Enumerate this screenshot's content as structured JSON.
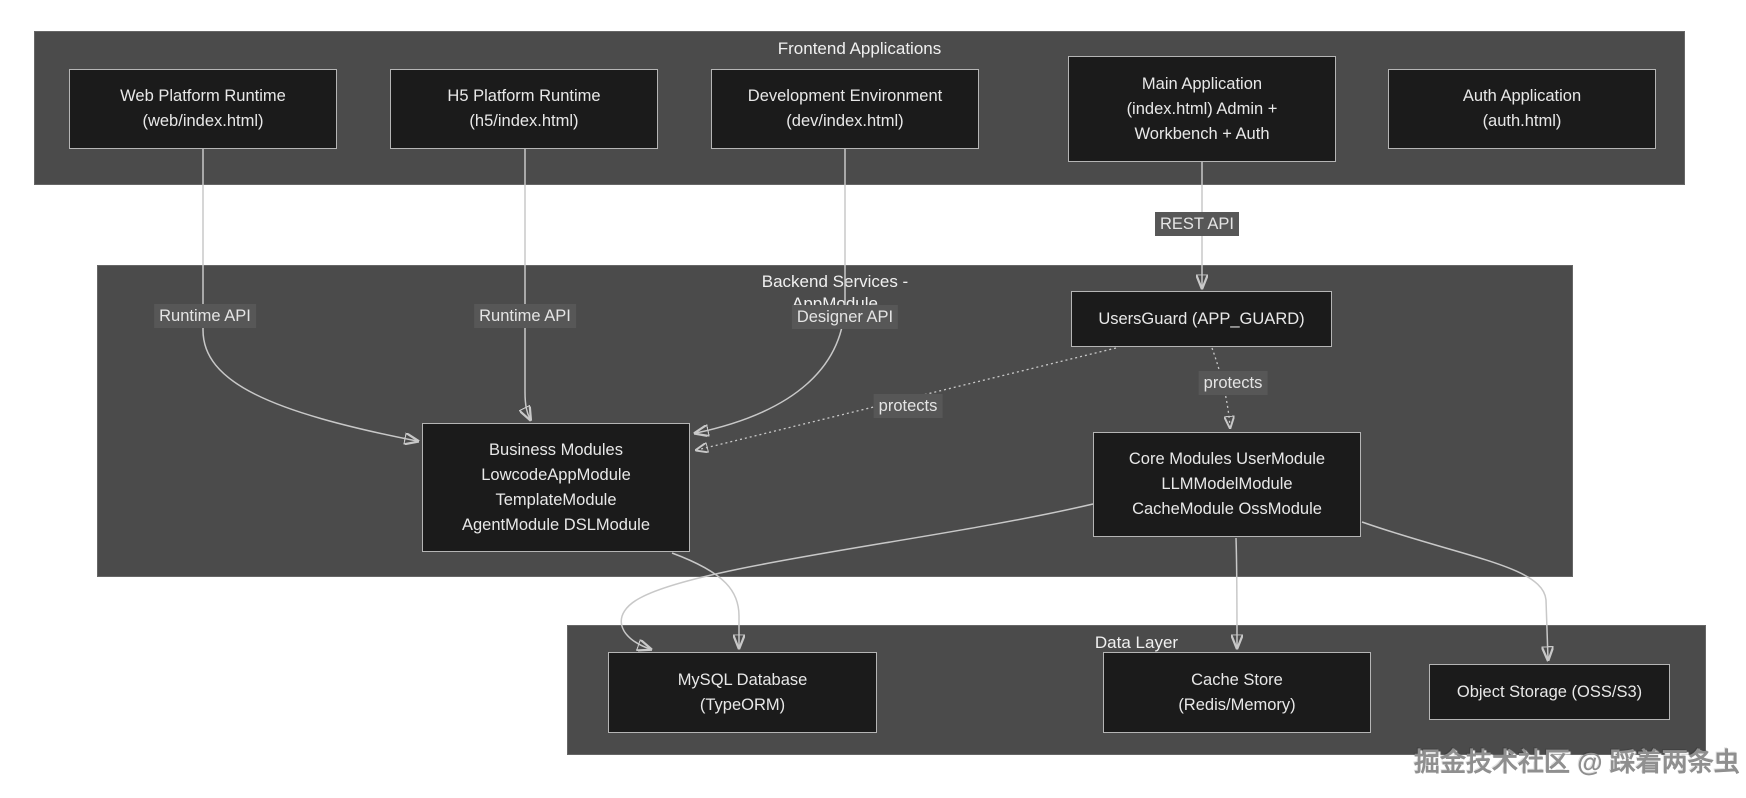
{
  "diagram": {
    "clusters": {
      "frontend": {
        "title": "Frontend Applications"
      },
      "backend": {
        "title_line1": "Backend Services -",
        "title_line2": "AppModule"
      },
      "data_layer": {
        "title": "Data Layer"
      }
    },
    "nodes": {
      "web": {
        "lines": [
          "Web Platform Runtime",
          "(web/index.html)"
        ]
      },
      "h5": {
        "lines": [
          "H5 Platform Runtime",
          "(h5/index.html)"
        ]
      },
      "dev": {
        "lines": [
          "Development Environment",
          "(dev/index.html)"
        ]
      },
      "main": {
        "lines": [
          "Main Application",
          "(index.html) Admin +",
          "Workbench + Auth"
        ]
      },
      "auth": {
        "lines": [
          "Auth Application",
          "(auth.html)"
        ]
      },
      "usersguard": {
        "lines": [
          "UsersGuard (APP_GUARD)"
        ]
      },
      "business": {
        "lines": [
          "Business Modules",
          "LowcodeAppModule",
          "TemplateModule",
          "AgentModule DSLModule"
        ]
      },
      "core": {
        "lines": [
          "Core Modules UserModule",
          "LLMModelModule",
          "CacheModule OssModule"
        ]
      },
      "mysql": {
        "lines": [
          "MySQL Database",
          "(TypeORM)"
        ]
      },
      "cache": {
        "lines": [
          "Cache Store",
          "(Redis/Memory)"
        ]
      },
      "oss": {
        "lines": [
          "Object Storage (OSS/S3)"
        ]
      }
    },
    "edge_labels": {
      "runtime_api_web": "Runtime API",
      "runtime_api_h5": "Runtime API",
      "designer_api": "Designer API",
      "rest_api": "REST API",
      "protects_business": "protects",
      "protects_core": "protects"
    },
    "edges": [
      {
        "from": "web",
        "to": "business",
        "label": "Runtime API",
        "style": "solid"
      },
      {
        "from": "h5",
        "to": "business",
        "label": "Runtime API",
        "style": "solid"
      },
      {
        "from": "dev",
        "to": "business",
        "label": "Designer API",
        "style": "solid"
      },
      {
        "from": "main",
        "to": "usersguard",
        "label": "REST API",
        "style": "solid"
      },
      {
        "from": "usersguard",
        "to": "business",
        "label": "protects",
        "style": "dotted"
      },
      {
        "from": "usersguard",
        "to": "core",
        "label": "protects",
        "style": "dotted"
      },
      {
        "from": "business",
        "to": "mysql",
        "label": "",
        "style": "solid"
      },
      {
        "from": "core",
        "to": "mysql",
        "label": "",
        "style": "solid"
      },
      {
        "from": "core",
        "to": "cache",
        "label": "",
        "style": "solid"
      },
      {
        "from": "core",
        "to": "oss",
        "label": "",
        "style": "solid"
      }
    ],
    "colors": {
      "background": "#ffffff",
      "cluster_fill": "#4b4b4b",
      "node_fill": "#1b1b1b",
      "node_border": "#b5b5b5",
      "edge_line": "#c8c8c8",
      "edge_label_bg": "#575757",
      "text": "#e8e8e8"
    },
    "watermark": "掘金技术社区 @ 踩着两条虫"
  }
}
